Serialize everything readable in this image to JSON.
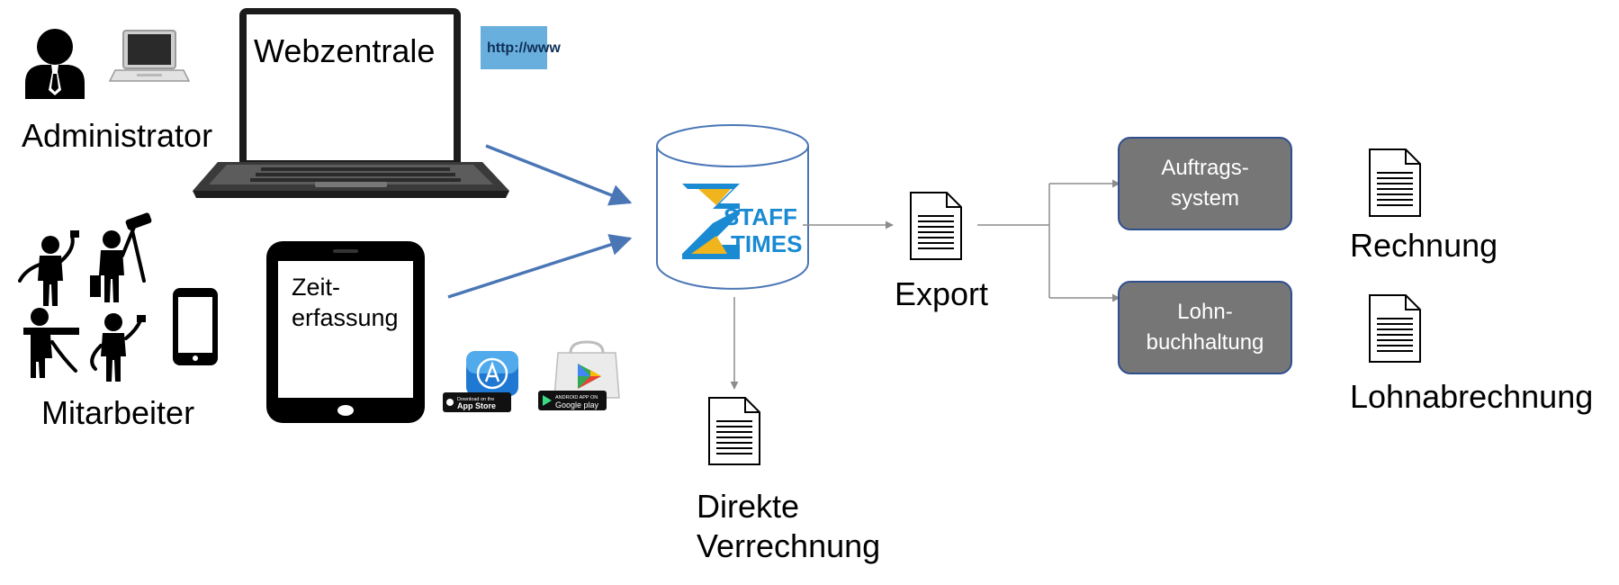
{
  "diagram": {
    "web_portal_label": "Webzentrale",
    "url_badge_text": "http://www",
    "administrator_label": "Administrator",
    "employees_label": "Mitarbeiter",
    "tablet_label_line1": "Zeit-",
    "tablet_label_line2": "erfassung",
    "app_store_badge": {
      "small": "Download on the",
      "big": "App Store"
    },
    "google_play_badge": {
      "small": "ANDROID APP ON",
      "big": "Google play"
    },
    "logo_line1": "STAFF",
    "logo_line2": "TIMES",
    "export_label": "Export",
    "direct_billing_line1": "Direkte",
    "direct_billing_line2": "Verrechnung",
    "order_system_line1": "Auftrags-",
    "order_system_line2": "system",
    "payroll_line1": "Lohn-",
    "payroll_line2": "buchhaltung",
    "invoice_label": "Rechnung",
    "payslip_label": "Lohnabrechnung"
  },
  "colors": {
    "arrow_blue": "#4a76b5",
    "connector_gray": "#8c8c8c",
    "box_fill": "#767676",
    "box_border": "#2f4f8f",
    "logo_blue": "#1a8ad3",
    "logo_yellow": "#f0b41c"
  },
  "icons": [
    "businessman-icon",
    "laptop-icon",
    "workers-icon",
    "smartphone-icon",
    "tablet-icon",
    "database-icon",
    "document-icon"
  ]
}
